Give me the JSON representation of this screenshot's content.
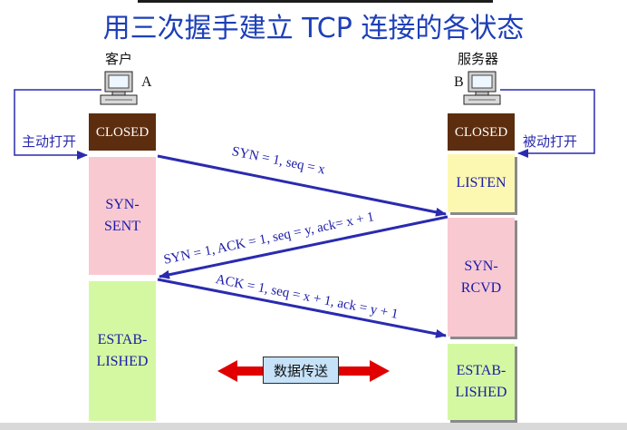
{
  "title": "用三次握手建立 TCP 连接的各状态",
  "client": {
    "label": "客户",
    "letter": "A",
    "action": "主动打开"
  },
  "server": {
    "label": "服务器",
    "letter": "B",
    "action": "被动打开"
  },
  "client_states": [
    "CLOSED",
    "SYN-\nSENT",
    "ESTAB-\nLISHED"
  ],
  "server_states": [
    "CLOSED",
    "LISTEN",
    "SYN-\nRCVD",
    "ESTAB-\nLISHED"
  ],
  "messages": [
    "SYN = 1, seq = x",
    "SYN = 1, ACK = 1, seq = y, ack= x + 1",
    "ACK = 1, seq = x + 1, ack = y + 1"
  ],
  "data_transfer": "数据传送",
  "colors": {
    "title": "#1d3fb8",
    "closed": "#5c2d0e",
    "syn_state": "#f9c9d2",
    "established": "#d4f8a2",
    "listen": "#fcf8b2",
    "message_arrow": "#2a2ab0",
    "data_arrow": "#e00000"
  },
  "icons": [
    "computer-icon",
    "computer-icon"
  ]
}
